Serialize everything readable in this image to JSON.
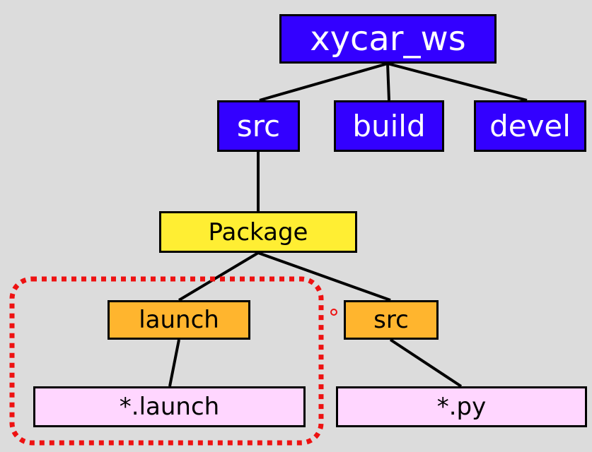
{
  "colors": {
    "background": "#dcdcdc",
    "workspace": "#3300ff",
    "package": "#ffee33",
    "subfolder": "#ffb52e",
    "file": "#ffd6ff",
    "highlight": "#ee1111",
    "line": "#000000"
  },
  "nodes": {
    "workspace": "xycar_ws",
    "src": "src",
    "build": "build",
    "devel": "devel",
    "package": "Package",
    "launch_dir": "launch",
    "pkg_src": "src",
    "launch_file": "*.launch",
    "py_file": "*.py"
  }
}
